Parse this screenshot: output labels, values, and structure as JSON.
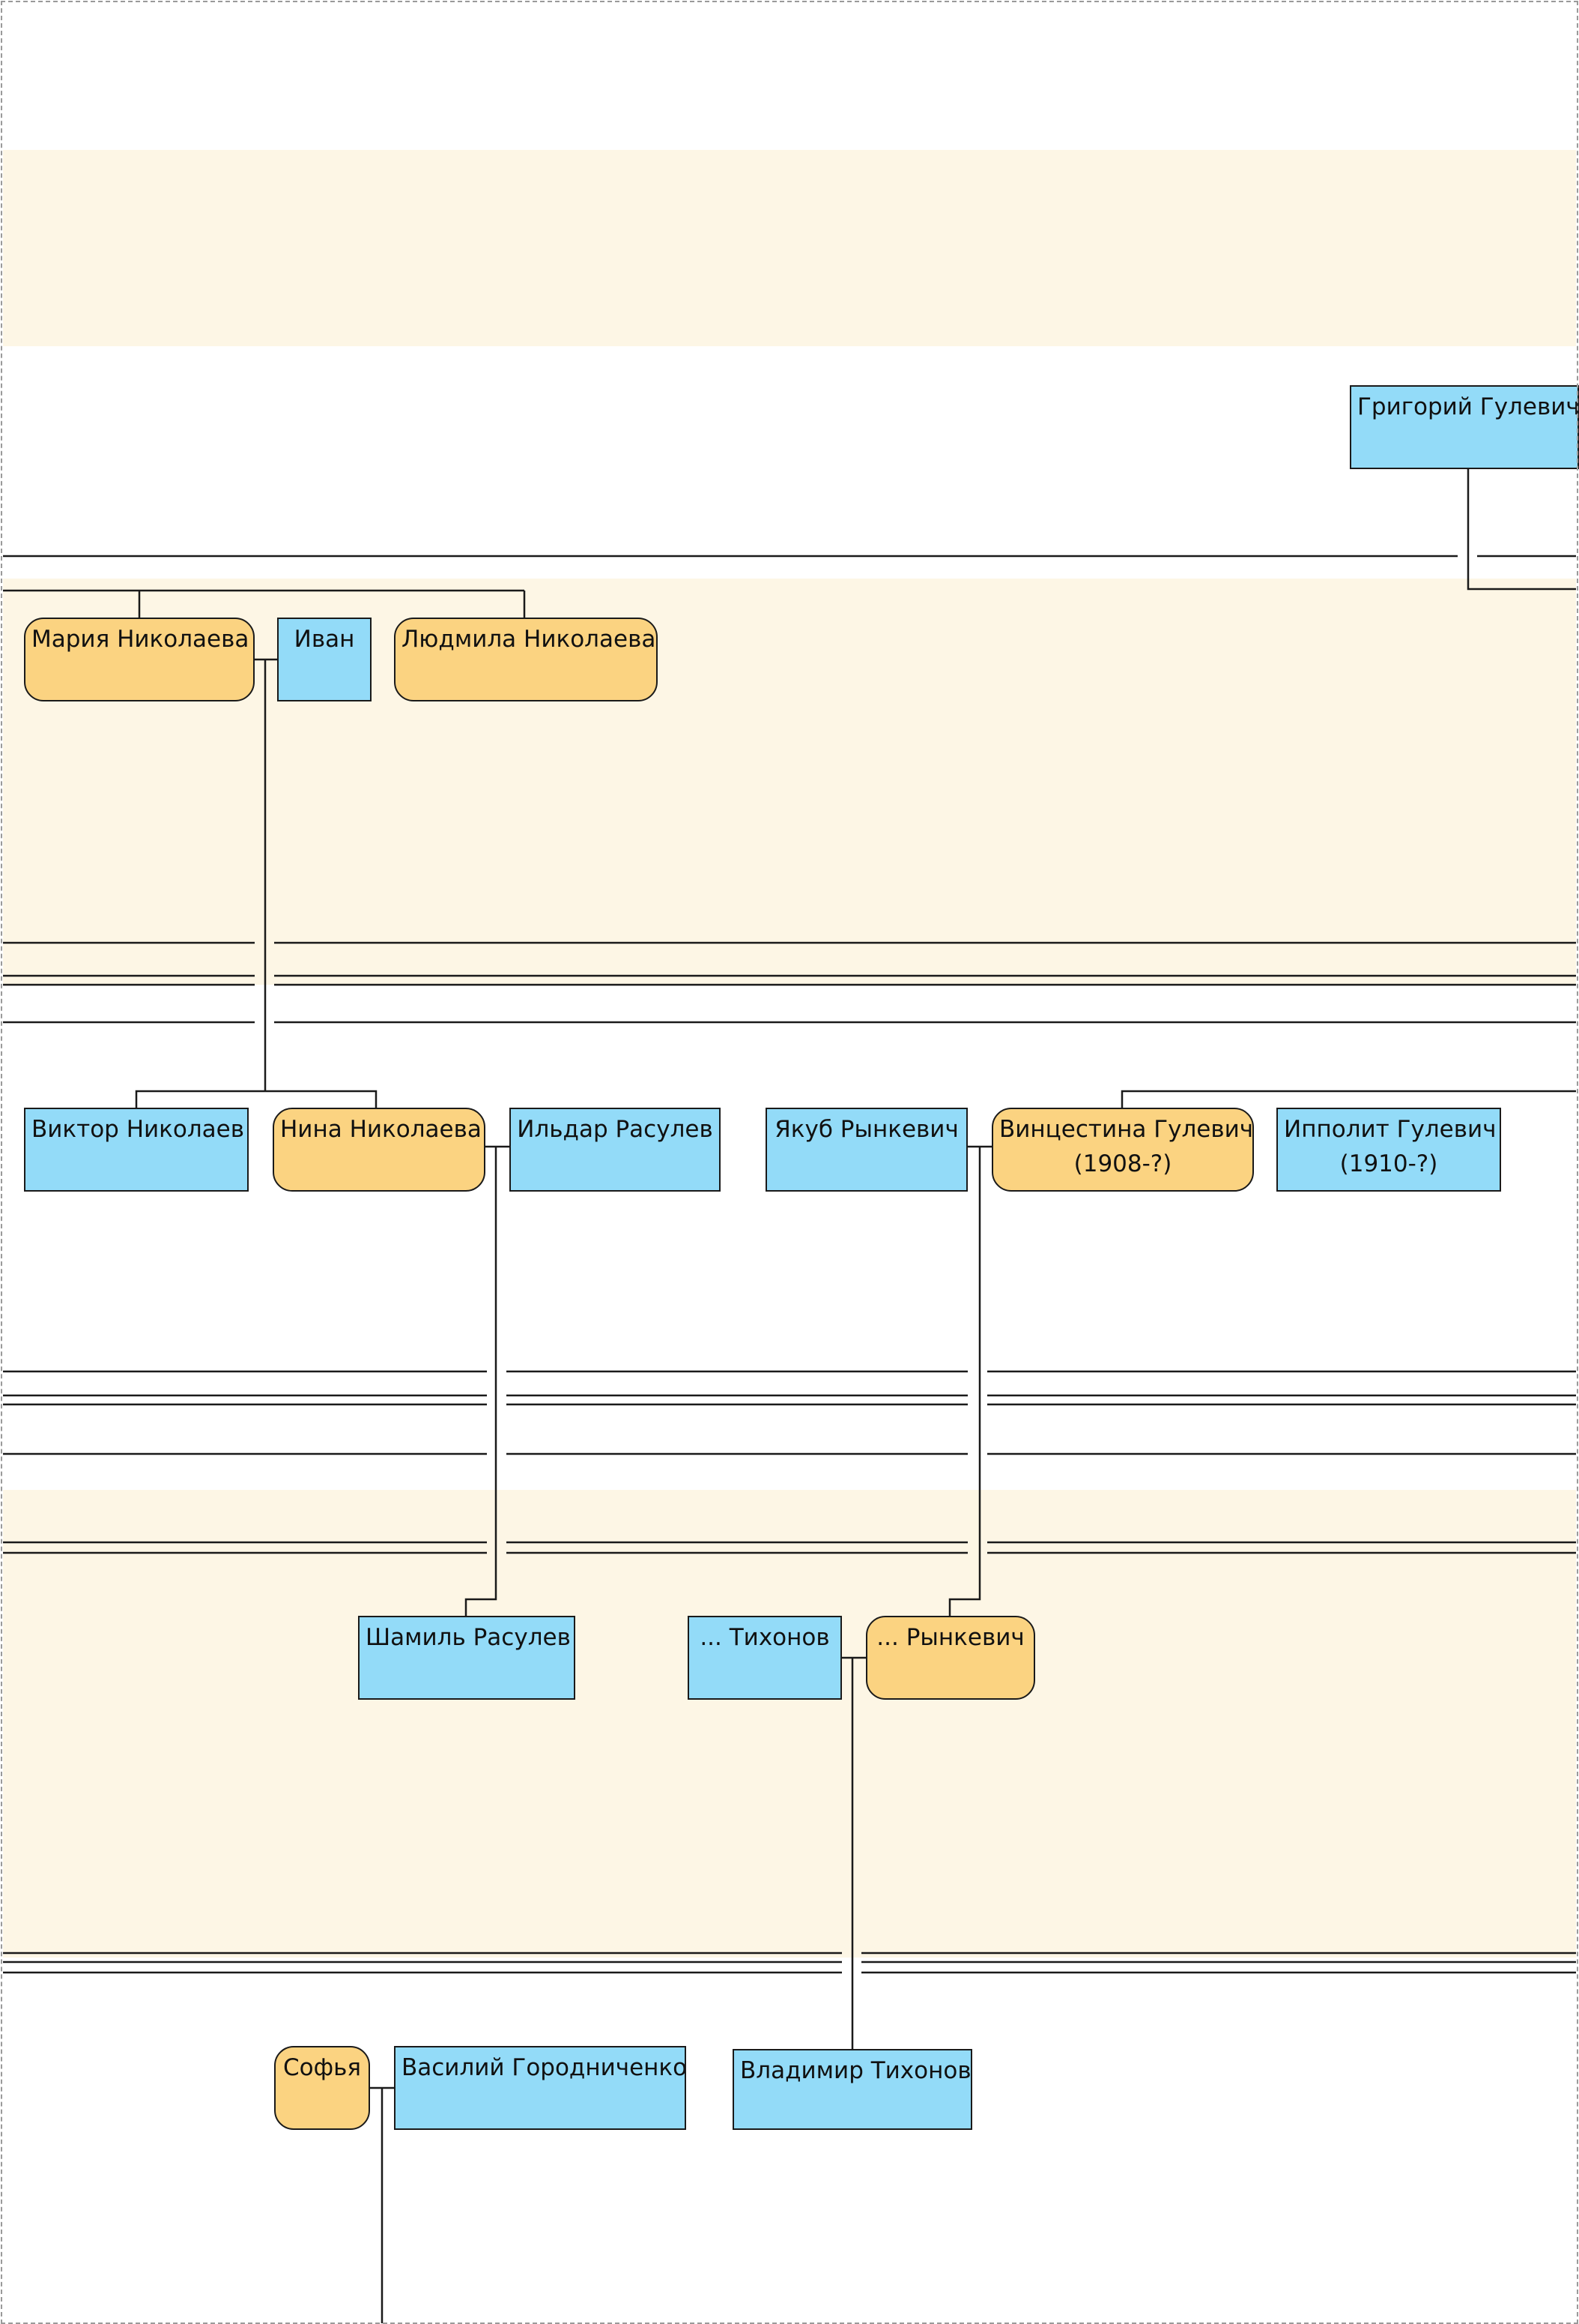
{
  "people": {
    "grigoriy": {
      "name": "Григорий Гулевич"
    },
    "mariya": {
      "name": "Мария Николаева"
    },
    "ivan": {
      "name": "Иван"
    },
    "lyudmila": {
      "name": "Людмила Николаева"
    },
    "viktor": {
      "name": "Виктор Николаев"
    },
    "nina": {
      "name": "Нина Николаева"
    },
    "ildar": {
      "name": "Ильдар Расулев"
    },
    "yakub": {
      "name": "Якуб Рынкевич"
    },
    "vincestina": {
      "name": "Винцестина Гулевич",
      "dates": "(1908-?)"
    },
    "ippolit": {
      "name": "Ипполит Гулевич",
      "dates": "(1910-?)"
    },
    "shamil": {
      "name": "Шамиль Расулев"
    },
    "tikhonov": {
      "name": "... Тихонов"
    },
    "rynkevich": {
      "name": "... Рынкевич"
    },
    "sofya": {
      "name": "Софья"
    },
    "vasiliy": {
      "name": "Василий Городниченко"
    },
    "vladimir": {
      "name": "Владимир Тихонов"
    }
  },
  "colors": {
    "male_fill": "#93dbf8",
    "female_fill": "#fbd381",
    "band_fill": "#fdf6e5",
    "line": "#1a1a1a"
  }
}
